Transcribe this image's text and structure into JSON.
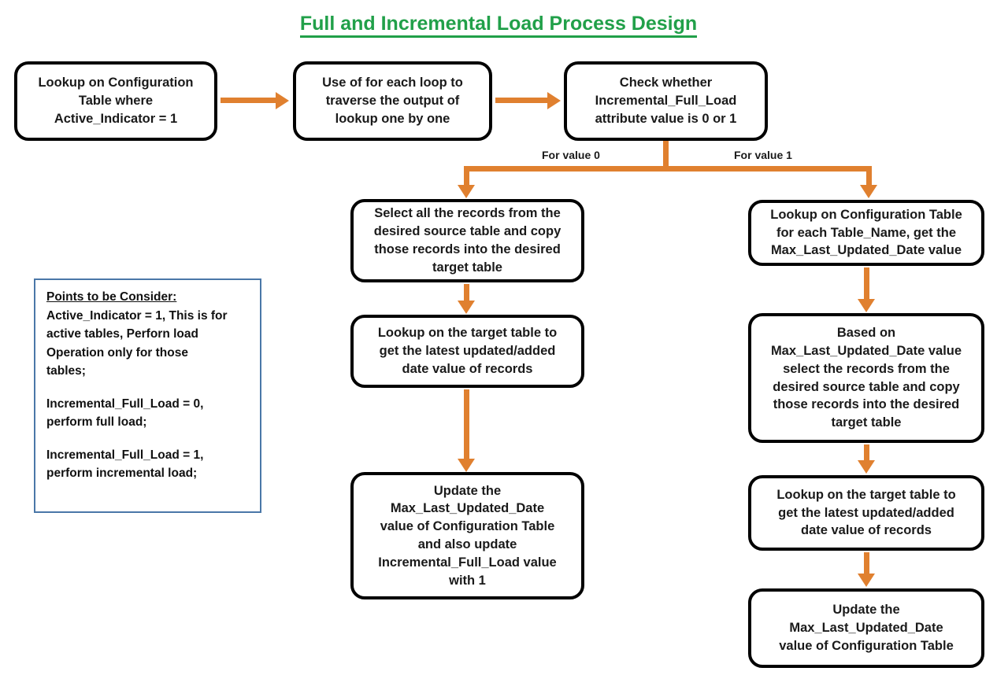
{
  "title": "Full and Incremental Load Process Design",
  "colors": {
    "title": "#21A049",
    "arrow": "#E0802F",
    "node_border": "#000000",
    "note_border": "#4A77A8",
    "text": "#1a1a1a",
    "background": "#ffffff"
  },
  "nodes": {
    "row1": [
      {
        "id": "lookup-config-active",
        "text": "Lookup on Configuration\nTable where\nActive_Indicator = 1"
      },
      {
        "id": "for-each-loop",
        "text": "Use of for each loop to\ntraverse the output of\nlookup one by one"
      },
      {
        "id": "check-incremental-full-load",
        "text": "Check whether\nIncremental_Full_Load\nattribute value is 0 or 1"
      }
    ],
    "left_branch": [
      {
        "id": "select-all-records",
        "text": "Select all the records from the\ndesired source table  and copy\nthose records into the desired\ntarget table"
      },
      {
        "id": "lookup-target-latest-date-left",
        "text": "Lookup on the  target table to\nget the latest updated/added\ndate value of records"
      },
      {
        "id": "update-config-and-flag",
        "text": "Update the\nMax_Last_Updated_Date\nvalue of Configuration Table\nand also update\nIncremental_Full_Load value\nwith 1"
      }
    ],
    "right_branch": [
      {
        "id": "lookup-config-max-date",
        "text": "Lookup on Configuration Table\nfor each Table_Name, get the\nMax_Last_Updated_Date value"
      },
      {
        "id": "select-records-based-on-max-date",
        "text": "Based on\nMax_Last_Updated_Date value\nselect the records from the\ndesired source table  and copy\nthose records into the desired\ntarget table"
      },
      {
        "id": "lookup-target-latest-date-right",
        "text": "Lookup on the  target table to\nget the latest updated/added\ndate value of records"
      },
      {
        "id": "update-config-max-date",
        "text": "Update the\nMax_Last_Updated_Date\nvalue of Configuration Table"
      }
    ]
  },
  "branch_labels": {
    "left": "For value 0",
    "right": "For value 1"
  },
  "note": {
    "heading": "Points to be Consider:",
    "paragraphs": [
      "Active_Indicator = 1, This is for\nactive tables, Perforn load\nOperation only for those\ntables;",
      "Incremental_Full_Load = 0,\nperform full load;",
      "Incremental_Full_Load = 1,\nperform incremental load;"
    ]
  }
}
